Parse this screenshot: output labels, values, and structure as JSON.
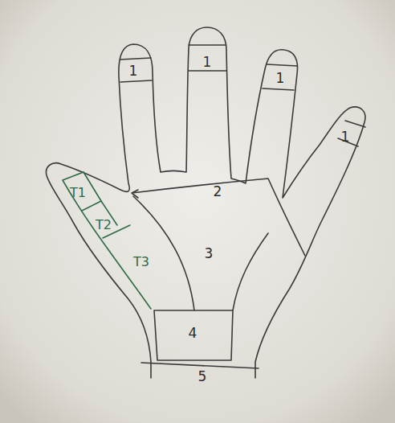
{
  "diagram": {
    "labels": [
      "1",
      "1",
      "1",
      "1",
      "T1",
      "T2",
      "T3",
      "2",
      "3",
      "4",
      "5"
    ]
  }
}
